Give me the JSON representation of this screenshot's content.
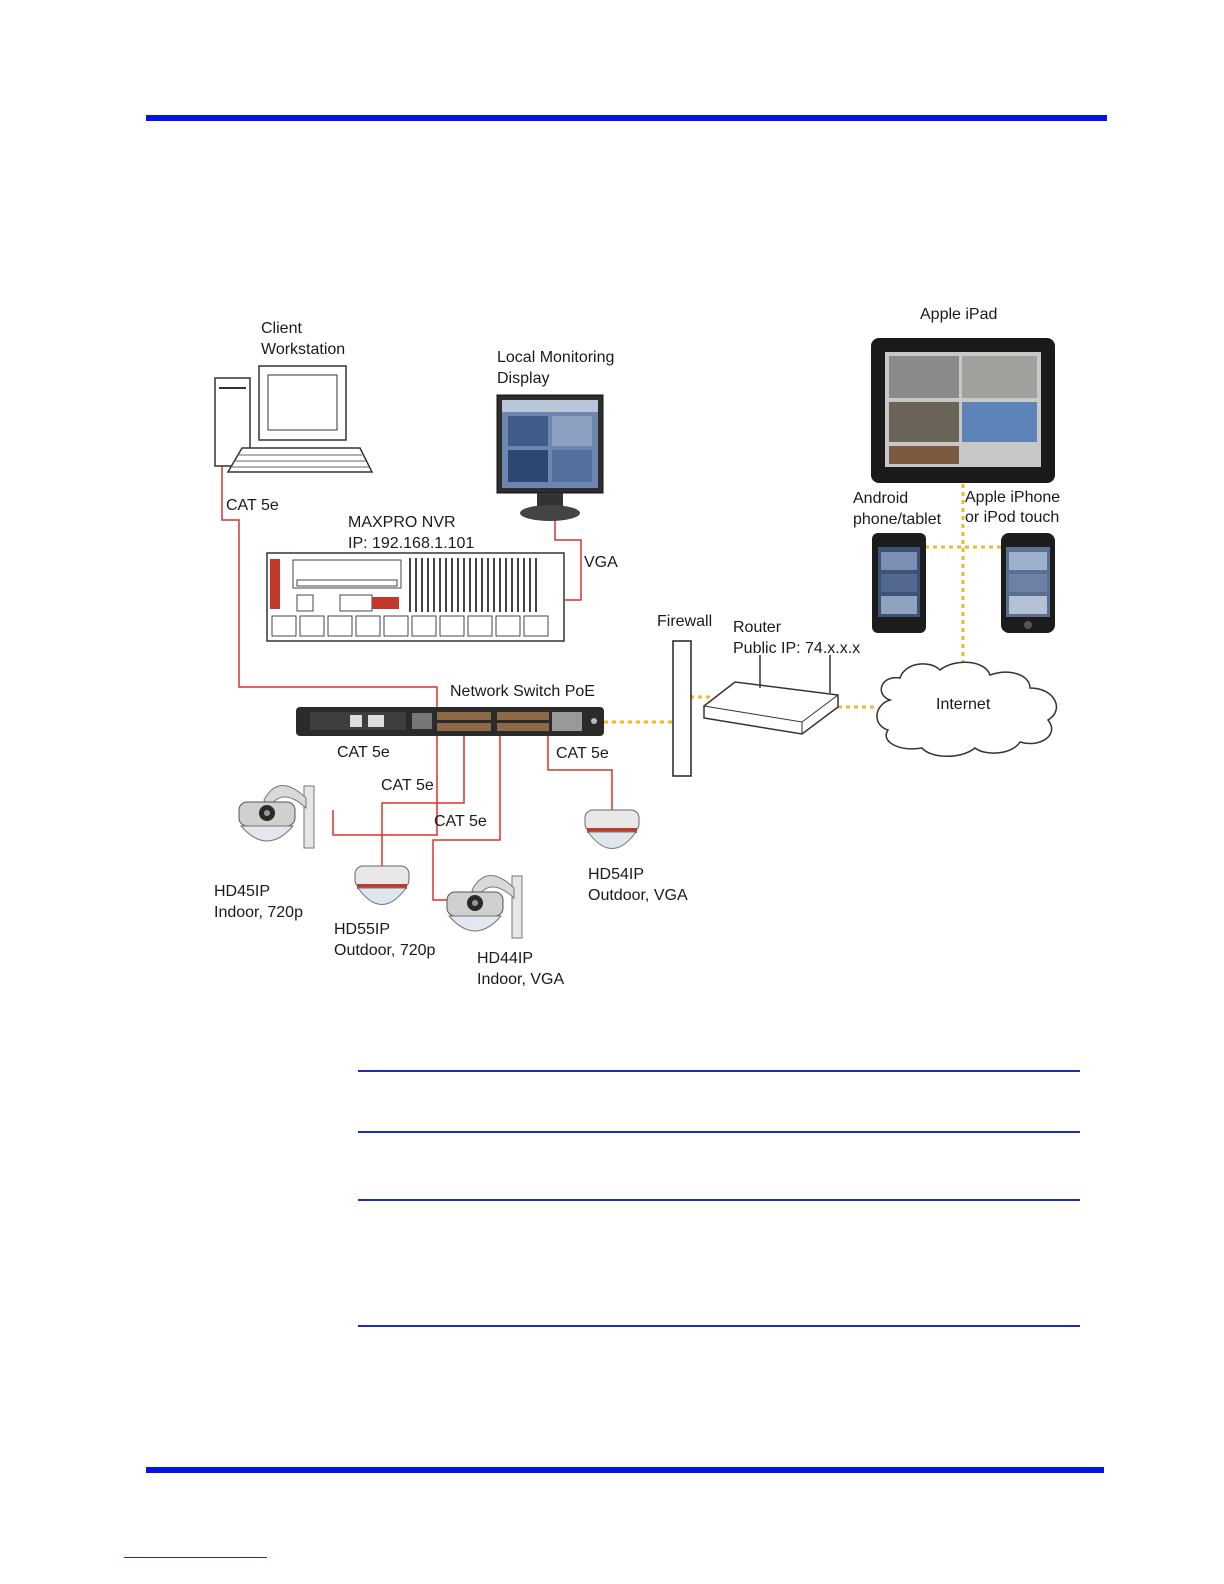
{
  "colors": {
    "accent_rule": "#0015e6",
    "wired_link": "#d8342c",
    "wireless_link": "#f0b830"
  },
  "labels": {
    "client": [
      "Client",
      "Workstation"
    ],
    "monitor": [
      "Local Monitoring",
      "Display"
    ],
    "ipad": "Apple iPad",
    "android": [
      "Android",
      "phone/tablet"
    ],
    "iphone": [
      "Apple iPhone",
      "or iPod touch"
    ],
    "cat_nvr": "CAT 5e",
    "nvr": [
      "MAXPRO NVR",
      "IP: 192.168.1.101"
    ],
    "vga": "VGA",
    "firewall": "Firewall",
    "router": [
      "Router",
      "Public IP: 74.x.x.x"
    ],
    "switch": "Network Switch PoE",
    "internet": "Internet",
    "cat_a": "CAT 5e",
    "cat_b": "CAT 5e",
    "cat_c": "CAT 5e",
    "cat_d": "CAT 5e",
    "hd45": [
      "HD45IP",
      "Indoor, 720p"
    ],
    "hd55": [
      "HD55IP",
      "Outdoor, 720p"
    ],
    "hd44": [
      "HD44IP",
      "Indoor, VGA"
    ],
    "hd54": [
      "HD54IP",
      "Outdoor, VGA"
    ]
  },
  "icons": [
    "desktop-computer-icon",
    "monitor-icon",
    "tablet-icon",
    "smartphone-icon",
    "nvr-recorder-icon",
    "network-switch-icon",
    "firewall-icon",
    "router-icon",
    "cloud-icon",
    "dome-camera-icon"
  ]
}
